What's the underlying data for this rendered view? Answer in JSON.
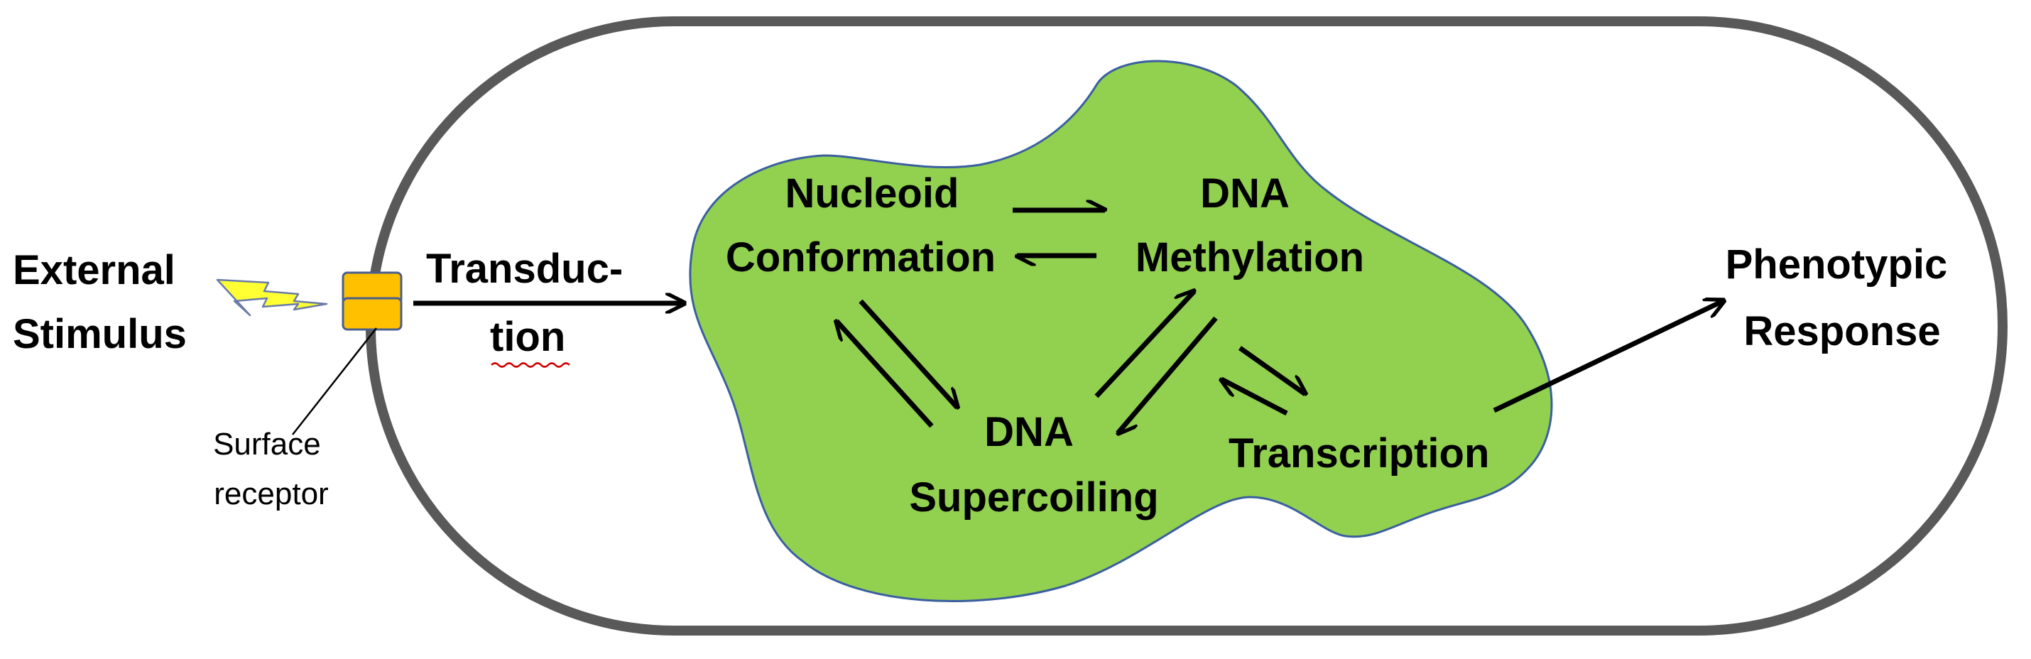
{
  "labels": {
    "external_stimulus": [
      "External",
      "Stimulus"
    ],
    "surface_receptor": [
      "Surface",
      "receptor"
    ],
    "transduction": [
      "Transduc-",
      "tion"
    ],
    "nucleoid_conformation": [
      "Nucleoid",
      "Conformation"
    ],
    "dna_methylation": [
      "DNA",
      "Methylation"
    ],
    "dna_supercoiling": [
      "DNA",
      "Supercoiling"
    ],
    "transcription": "Transcription",
    "phenotypic_response": [
      "Phenotypic",
      "Response"
    ]
  },
  "colors": {
    "cell_outline": "#595959",
    "nucleoid_fill": "#92D050",
    "nucleoid_outline": "#3A5F9F",
    "lightning_fill": "#FFFF33",
    "receptor_fill": "#FFC000",
    "receptor_outline": "#4A5F8C",
    "arrow": "#000000",
    "spellcheck_underline": "#D00000"
  },
  "icons": {
    "stimulus": "lightning-bolt-icon"
  }
}
